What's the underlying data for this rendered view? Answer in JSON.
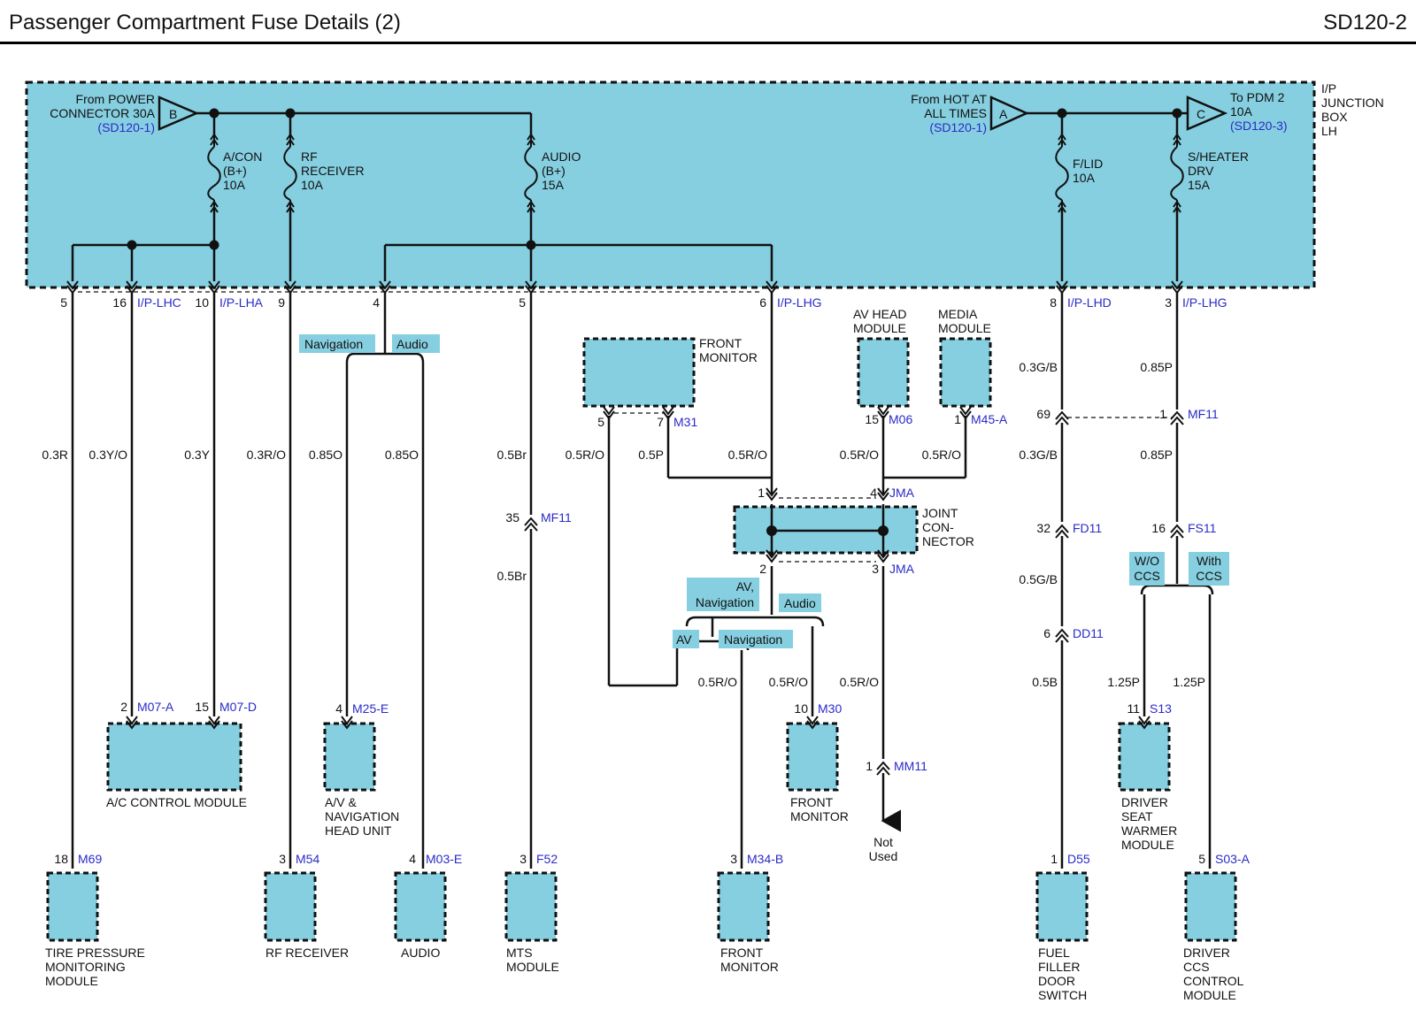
{
  "header": {
    "title": "Passenger Compartment Fuse Details (2)",
    "code": "SD120-2"
  },
  "junction_box": {
    "name": [
      "I/P",
      "JUNCTION",
      "BOX",
      "LH"
    ]
  },
  "inputs": {
    "b": {
      "letter": "B",
      "lines": [
        "From POWER",
        "CONNECTOR 30A"
      ],
      "ref": "(SD120-1)"
    },
    "a": {
      "letter": "A",
      "lines": [
        "From HOT AT",
        "ALL TIMES"
      ],
      "ref": "(SD120-1)"
    },
    "c": {
      "letter": "C",
      "lines": [
        "To PDM 2",
        "10A"
      ],
      "ref": "(SD120-3)"
    }
  },
  "fuses": [
    {
      "lines": [
        "A/CON",
        "(B+)",
        "10A"
      ]
    },
    {
      "lines": [
        "RF",
        "RECEIVER",
        "10A"
      ]
    },
    {
      "lines": [
        "AUDIO",
        "(B+)",
        "15A"
      ]
    },
    {
      "lines": [
        "F/LID",
        "10A"
      ]
    },
    {
      "lines": [
        "S/HEATER",
        "DRV",
        "15A"
      ]
    }
  ],
  "pins": {
    "p5a": "5",
    "p16": "16",
    "lhc": "I/P-LHC",
    "p10": "10",
    "lha": "I/P-LHA",
    "p9": "9",
    "p4": "4",
    "p5b": "5",
    "p6": "6",
    "lhg": "I/P-LHG",
    "p8": "8",
    "lhd": "I/P-LHD",
    "p3": "3",
    "lhg2": "I/P-LHG"
  },
  "wires": {
    "w1": "0.3R",
    "w2": "0.3Y/O",
    "w3": "0.3Y",
    "w4": "0.3R/O",
    "w5": "0.85O",
    "w6": "0.85O",
    "w7": "0.5Br",
    "w8": "0.5Br",
    "w9": "0.5R/O",
    "w10": "0.5P",
    "w11": "0.5R/O",
    "w12": "0.5R/O",
    "w13": "0.5R/O",
    "w14": "0.5R/O",
    "w15": "0.5R/O",
    "w16": "0.5R/O",
    "w17": "0.3G/B",
    "w18": "0.3G/B",
    "w19": "0.5G/B",
    "w20": "0.5B",
    "w21": "0.85P",
    "w22": "0.85P",
    "w23": "1.25P",
    "w24": "1.25P"
  },
  "options": {
    "nav": "Navigation",
    "audio": "Audio",
    "av_nav": [
      "AV,",
      "Navigation"
    ],
    "audio2": "Audio",
    "av": "AV",
    "nav2": "Navigation",
    "wo_ccs": [
      "W/O",
      "CCS"
    ],
    "with_ccs": [
      "With",
      "CCS"
    ]
  },
  "connectors": {
    "mf11a_pin": "35",
    "mf11a": "MF11",
    "m31_pin5": "5",
    "m31_pin7": "7",
    "m31": "M31",
    "m06_pin": "15",
    "m06": "M06",
    "m45_pin": "1",
    "m45": "M45-A",
    "jma_top1": "1",
    "jma_top4": "4",
    "jma_top": "JMA",
    "jma_bot2": "2",
    "jma_bot3": "3",
    "jma_bot": "JMA",
    "mf11b_pin69": "69",
    "mf11b_pin1": "1",
    "mf11b": "MF11",
    "fd11_pin": "32",
    "fd11": "FD11",
    "fs11_pin": "16",
    "fs11": "FS11",
    "dd11_pin": "6",
    "dd11": "DD11",
    "m07a_pin": "2",
    "m07a": "M07-A",
    "m07d_pin": "15",
    "m07d": "M07-D",
    "m25_pin": "4",
    "m25": "M25-E",
    "m30_pin": "10",
    "m30": "M30",
    "s13_pin": "11",
    "s13": "S13",
    "mm11_pin": "1",
    "mm11": "MM11",
    "m69_pin": "18",
    "m69": "M69",
    "m54_pin": "3",
    "m54": "M54",
    "m03_pin": "4",
    "m03": "M03-E",
    "f52_pin": "3",
    "f52": "F52",
    "m34_pin": "3",
    "m34": "M34-B",
    "d55_pin": "1",
    "d55": "D55",
    "s03_pin": "5",
    "s03": "S03-A"
  },
  "modules": {
    "front_monitor_top": [
      "FRONT",
      "MONITOR"
    ],
    "av_head": [
      "AV HEAD",
      "MODULE"
    ],
    "media": [
      "MEDIA",
      "MODULE"
    ],
    "joint": [
      "JOINT",
      "CON-",
      "NECTOR"
    ],
    "ac_control": [
      "A/C CONTROL MODULE"
    ],
    "av_nav_head": [
      "A/V &",
      "NAVIGATION",
      "HEAD UNIT"
    ],
    "front_monitor_mid": [
      "FRONT",
      "MONITOR"
    ],
    "seat_warmer": [
      "DRIVER",
      "SEAT",
      "WARMER",
      "MODULE"
    ],
    "not_used": [
      "Not",
      "Used"
    ],
    "tpms": [
      "TIRE PRESSURE",
      "MONITORING",
      "MODULE"
    ],
    "rf_receiver": [
      "RF RECEIVER"
    ],
    "audio": [
      "AUDIO"
    ],
    "mts": [
      "MTS",
      "MODULE"
    ],
    "front_monitor_bot": [
      "FRONT",
      "MONITOR"
    ],
    "fuel_filler": [
      "FUEL",
      "FILLER",
      "DOOR",
      "SWITCH"
    ],
    "ccs": [
      "DRIVER",
      "CCS",
      "CONTROL",
      "MODULE"
    ]
  },
  "colors": {
    "fill": "#86cfe0",
    "wire": "#111111",
    "conn_text": "#2a2ac8"
  }
}
